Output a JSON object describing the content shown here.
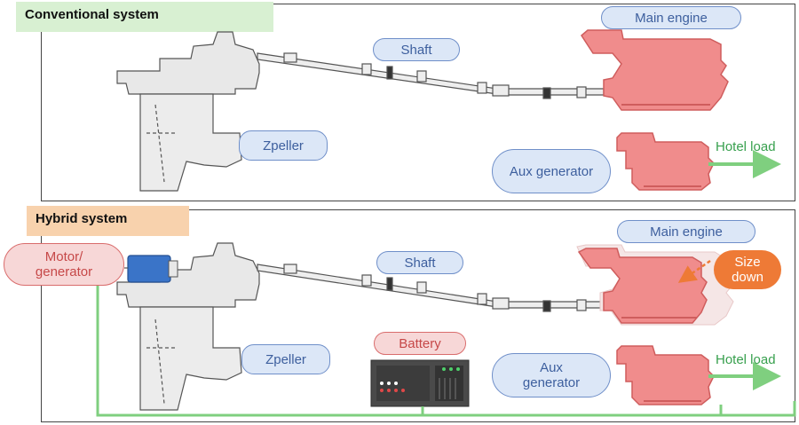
{
  "conventional": {
    "title": "Conventional system",
    "labels": {
      "main_engine": "Main engine",
      "shaft": "Shaft",
      "zpeller": "Zpeller",
      "aux_generator": "Aux generator",
      "hotel_load": "Hotel load"
    }
  },
  "hybrid": {
    "title": "Hybrid system",
    "labels": {
      "main_engine": "Main engine",
      "shaft": "Shaft",
      "zpeller": "Zpeller",
      "aux_generator": "Aux generator",
      "hotel_load": "Hotel load",
      "motor_generator": "Motor/ generator",
      "battery": "Battery",
      "size_down": "Size down"
    }
  },
  "colors": {
    "conventional_title_bg": "#d8f0d2",
    "hybrid_title_bg": "#f8d2ad",
    "engine_fill": "#f08c8c",
    "engine_stroke": "#cf5d5d",
    "electrical_line": "#7fcf7f",
    "arrow_orange": "#ee7a36",
    "motor_blue": "#3a74c8",
    "machinery_gray": "#e6e6e6"
  }
}
